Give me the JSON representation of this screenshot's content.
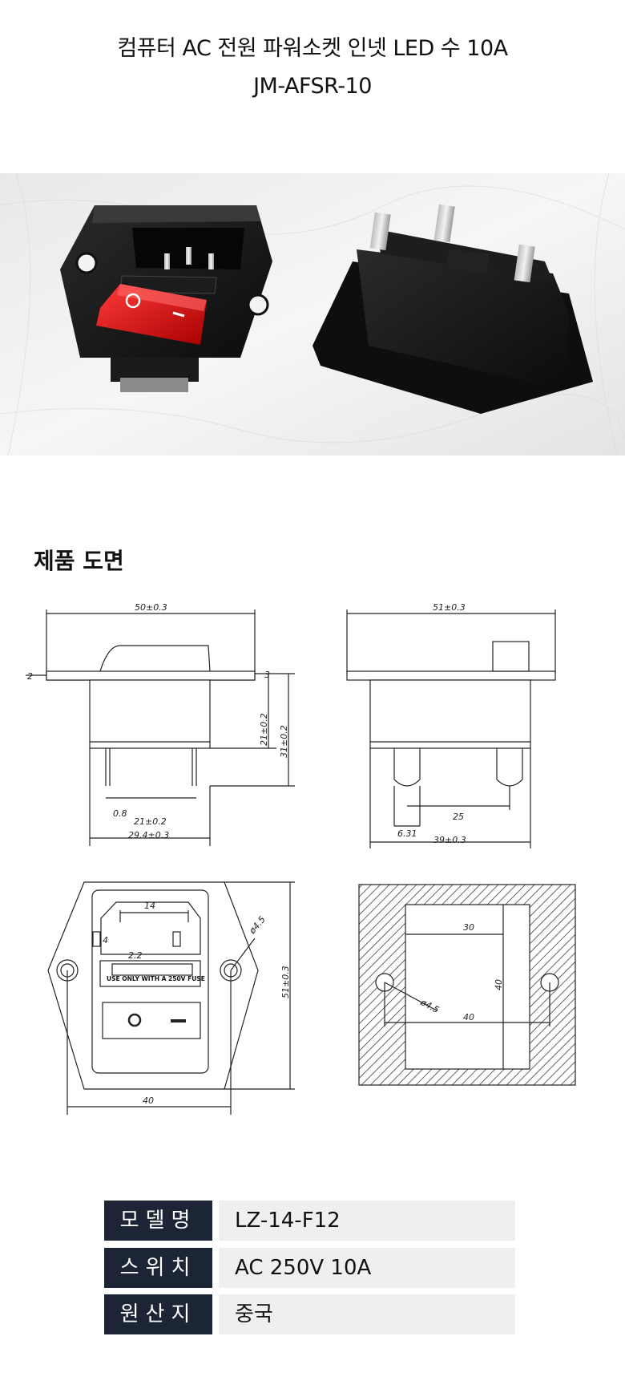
{
  "title": {
    "line1": "컴퓨터 AC 전원 파워소켓 인넷 LED 수 10A",
    "line2": "JM-AFSR-10"
  },
  "section": {
    "drawing_title": "제품 도면"
  },
  "drawing": {
    "side_top_width": "50±0.3",
    "side_height_inner": "21±0.2",
    "side_height_total": "31±0.2",
    "side_flange": "3",
    "side_lip": "2",
    "side_pin_thickness": "0.8",
    "side_pin_spacing": "21±0.2",
    "side_base_width": "29.4±0.3",
    "rear_top_width": "51±0.3",
    "rear_pin_spacing": "25",
    "rear_pin_offset": "6.31",
    "rear_base_width": "39±0.3",
    "front_pin_spacing": "14",
    "front_pin_height": "4",
    "front_pin_width": "2.2",
    "front_hole": "ø4.5",
    "front_height": "51±0.3",
    "front_hole_spacing": "40",
    "fuse_text": "USE ONLY WITH A 250V FUSE",
    "cutout_width": "30",
    "cutout_height": "40",
    "cutout_hole": "ø4.5",
    "cutout_hole_spacing": "40"
  },
  "specs": [
    {
      "key": "모델명",
      "value": "LZ-14-F12"
    },
    {
      "key": "스위치",
      "value": "AC 250V 10A"
    },
    {
      "key": "원산지",
      "value": "중국"
    }
  ]
}
